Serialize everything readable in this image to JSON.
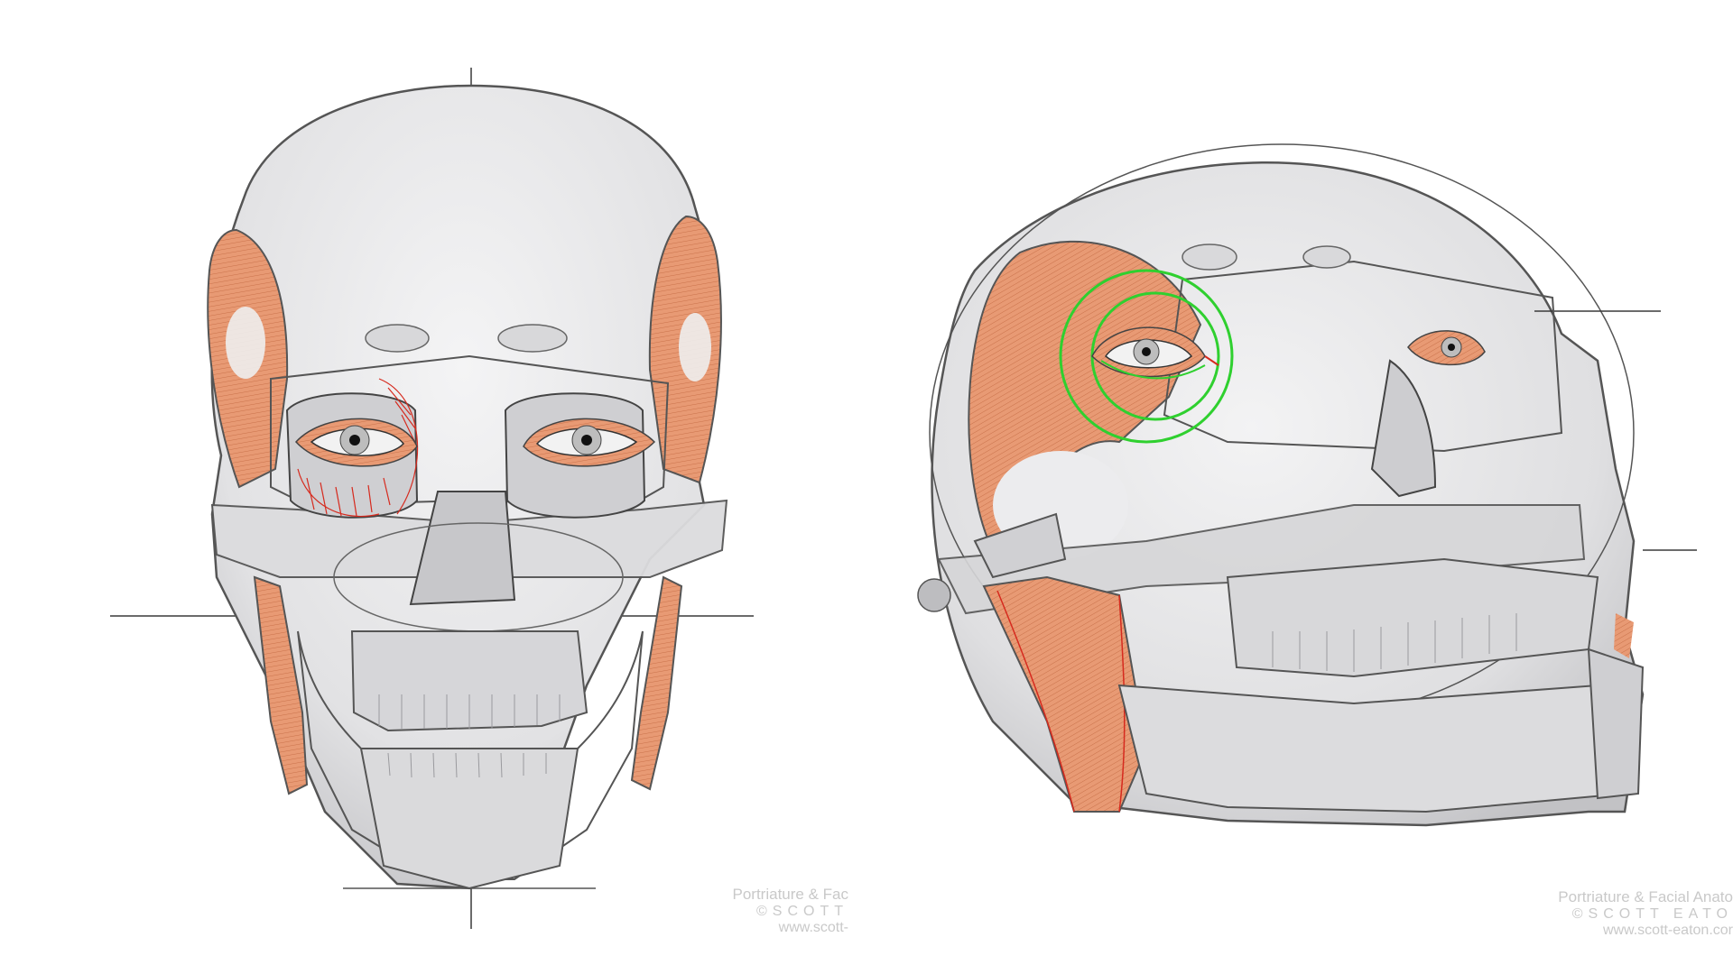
{
  "panels": [
    {
      "name": "front-view",
      "watermark": {
        "title": "Portriature & Fac",
        "brand": "©SCOTT",
        "url": "www.scott-"
      }
    },
    {
      "name": "three-quarter-view",
      "watermark": {
        "title": "Portriature & Facial Anato",
        "brand": "©SCOTT EATO",
        "url": "www.scott-eaton.cor"
      }
    }
  ],
  "colors": {
    "bone": "#e4e4e6",
    "bone_shade": "#c9c9cc",
    "muscle": "#e89a74",
    "muscle_dark": "#c9714a",
    "pencil": "#555555",
    "guide_line": "#3a3a3a",
    "red_hatch": "#d62a1e",
    "green_circle": "#2fd02f",
    "watermark": "#c9c9c9"
  }
}
